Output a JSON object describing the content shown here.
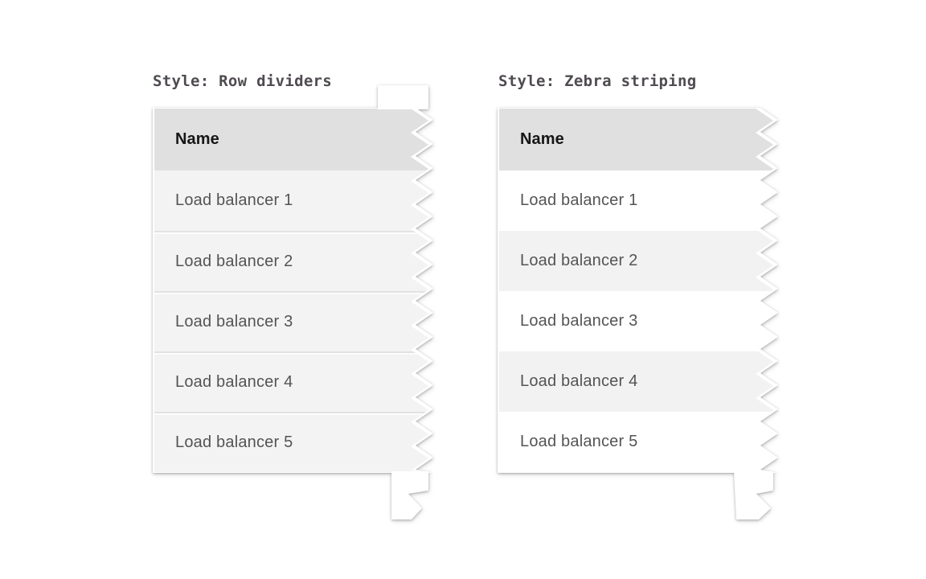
{
  "examples": [
    {
      "style_label": "Style: Row dividers",
      "table": {
        "header": [
          "Name"
        ],
        "rows": [
          "Load balancer 1",
          "Load balancer 2",
          "Load balancer 3",
          "Load balancer 4",
          "Load balancer 5"
        ]
      }
    },
    {
      "style_label": "Style: Zebra striping",
      "table": {
        "header": [
          "Name"
        ],
        "rows": [
          "Load balancer 1",
          "Load balancer 2",
          "Load balancer 3",
          "Load balancer 4",
          "Load balancer 5"
        ]
      }
    }
  ],
  "colors": {
    "header_bg": "#e0e0e0",
    "row_bg": "#f3f3f3",
    "zebra_alt_bg": "#f2f2f2",
    "header_text": "#161616",
    "row_text": "#545454",
    "label_text": "#4f4b50"
  }
}
